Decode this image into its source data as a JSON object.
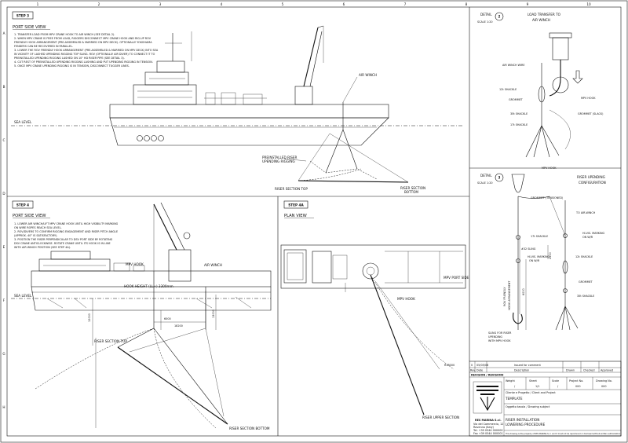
{
  "grid": {
    "columns": [
      "1",
      "2",
      "3",
      "4",
      "5",
      "6",
      "7",
      "8",
      "9",
      "10"
    ],
    "rows": [
      "A",
      "B",
      "C",
      "D",
      "E",
      "F",
      "G",
      "H"
    ]
  },
  "step3": {
    "badge": "STEP 3",
    "title": "PORT SIDE VIEW",
    "notes": [
      "1.   TRANSFER LOAD FROM MPV CRANE HOOK TO AIR WINCH (SEE DETAIL 2).",
      "2.   WHEN MPV CRANE IS FREE FROM LOAD, RIGGERS DISCONNECT MPV CRANE HOOK AND RIG-UP ROV",
      "     FRIENDLY HOOK ARRANGEMENT (PRE-ASSEMBLED & MARRIED ON MPV DECK). OPTIONALLY YOKOHAMA",
      "     FENDERS CAN BE RECOVERED IN PARALLEL.",
      "3.   LOWER THE ROV FRIENDLY HOOK ARRANGEMENT (PRE-ASSEMBLED & MARRIED ON MPV DECK) INTO SEA",
      "     IN VICINITY OF LASHED UPENDING RIGGING TOP SLING. ROV (OPTIONALLY AIR DIVER) TO CONNECT IT TO",
      "     PREINSTALLED UPENDING RIGGING LASHED ON 10\" HD RISER PIPE (SEE DETAIL 3).",
      "4.   CUT REST OF PREINSTALLED UPENDING RIGGING LASHING AND PUT UPENDING RIGGING IN TENSION.",
      "5.   ONCE MPV CRANE UPENDING RIGGING IS IN TENSION, DISCONNECT TUGGER LINES."
    ],
    "air_winch": "AIR WINCH",
    "sea_level": "SEA LEVEL",
    "preinstalled": [
      "PREINSTALLED RISER",
      "UPENDING RIGGING"
    ],
    "riser_top": "RISER SECTION TOP",
    "riser_bottom": [
      "RISER SECTION",
      "BOTTOM"
    ]
  },
  "step4": {
    "badge": "STEP 4",
    "title": "PORT SIDE VIEW",
    "notes": [
      "1.   LOWER AIR WINCH/LIFT MPV CRANE HOOK UNTIL HIGH VISIBILITY MARKING",
      "     ON WIRE ROPES REACH SEA LEVEL.",
      "2.   ROV/DIVERS TO CONFIRM RIGGING ENGAGEMENT AND RISER PITCH ANGLE",
      "     (APPROX. 40° IS SATISFACTORY).",
      "3.   POSITION THE RISER PERPENDICULAR TO DSV PORT SIDE BY ROTATING",
      "     DSV CRANE ANTICLOCKWISE. ROTATE CRANE UNTIL ITS HOOK IS IN LINE",
      "     WITH AIR WINCH POSITION (SEE STEP 4A)."
    ],
    "mpv_hook": "MPV HOOK",
    "air_winch": "AIR WINCH",
    "hook_height": "HOOK HEIGHT (LL+) 3300mm",
    "sea_level": "SEA LEVEL",
    "dim_6000": "6000",
    "dim_18200": "18200",
    "dim_12000": "12000",
    "dim_13000": "13000",
    "riser_top": "RISER SECTION TOP",
    "riser_bottom": "RISER SECTION BOTTOM"
  },
  "step4a": {
    "badge": "STEP 4A",
    "title": "PLAN VIEW",
    "mpv_port": "MPV PORT SIDE",
    "mpv_hook": "MPV HOOK",
    "riser_upper": "RISER UPPER SECTION",
    "dim": "R18000"
  },
  "detail2": {
    "label": "DETAIL",
    "num": "2",
    "scale": "SCALE 1:20",
    "title": [
      "LOAD TRANSFER TO",
      "AIR WINCH"
    ],
    "air_winch_wire": "AIR WINCH WIRE",
    "shackle12t": "12t SHACKLE",
    "grommet": "GROMMET",
    "shackle35t": "35t SHACKLE",
    "shackle17t": "17t SHACKLE",
    "mpv_hook": "MPV HOOK",
    "grommet_slack": "GROMMET (SLACK)"
  },
  "detail3": {
    "label": "DETAIL",
    "num": "3",
    "scale": "SCALE 1:20",
    "title": [
      "RISER UPENDING",
      "CONFIGURATION"
    ],
    "mpv_hook": "MPV HOOK",
    "grommet_tensioned": "GROMMET (TENSIONED)",
    "to_air_winch": "TO AIR-WINCH",
    "shackle17t": "17t SHACKLE",
    "hi_vis_1": [
      "HI-VIS. MARKING",
      "ON W/R"
    ],
    "hi_vis_2": [
      "HI-VIS. MARKING",
      "ON W/R"
    ],
    "sling": "#32 SLING",
    "shackle12t": "12t SHACKLE",
    "grommet": "GROMMET",
    "shackle35t": "35t SHACKLE",
    "rov_hook": [
      "ROV FRIENDLY",
      "HOOK ARRANGEMENT"
    ],
    "sling_riser": [
      "SLING FOR RISER",
      "UPENDING",
      "WITH MPV HOOK"
    ],
    "dim_2500": "2500",
    "dim_6000": "6000"
  },
  "titleblock": {
    "rev": "0",
    "date": "05/05/06",
    "status": "Issued for comment",
    "rev_header": [
      "Rev.",
      "Date",
      "Description",
      "Drawn",
      "Checked",
      "Approved"
    ],
    "revision": "REVISION / REVISIONI",
    "company": "RES MARINA S.r.l.",
    "address": [
      "Via del Commercio, 12",
      "Ravenna (Italy)",
      "Tel. +39 0544 000000",
      "Fax +39 0544 000001"
    ],
    "weight_label": "Weight",
    "sheet_label": "Sheet",
    "scale_label": "Scale",
    "project_label": "Project No.",
    "drawing_label": "Drawing No.",
    "weight": "/",
    "sheet": "1/1",
    "scale": "/",
    "project": "000",
    "drawing": "000",
    "client_label": "Cliente e Progetto / Client and Project",
    "client": "TEMPLATE",
    "subject_label": "Oggetto tavola / Drawing subject",
    "subject": [
      "RISER INSTALLATION",
      "LOWERING PROCEDURE"
    ],
    "copyright": "This drawing is the property of RES MARINA S.r.l. and it must not be reproduced or disclosed without written authorization."
  }
}
